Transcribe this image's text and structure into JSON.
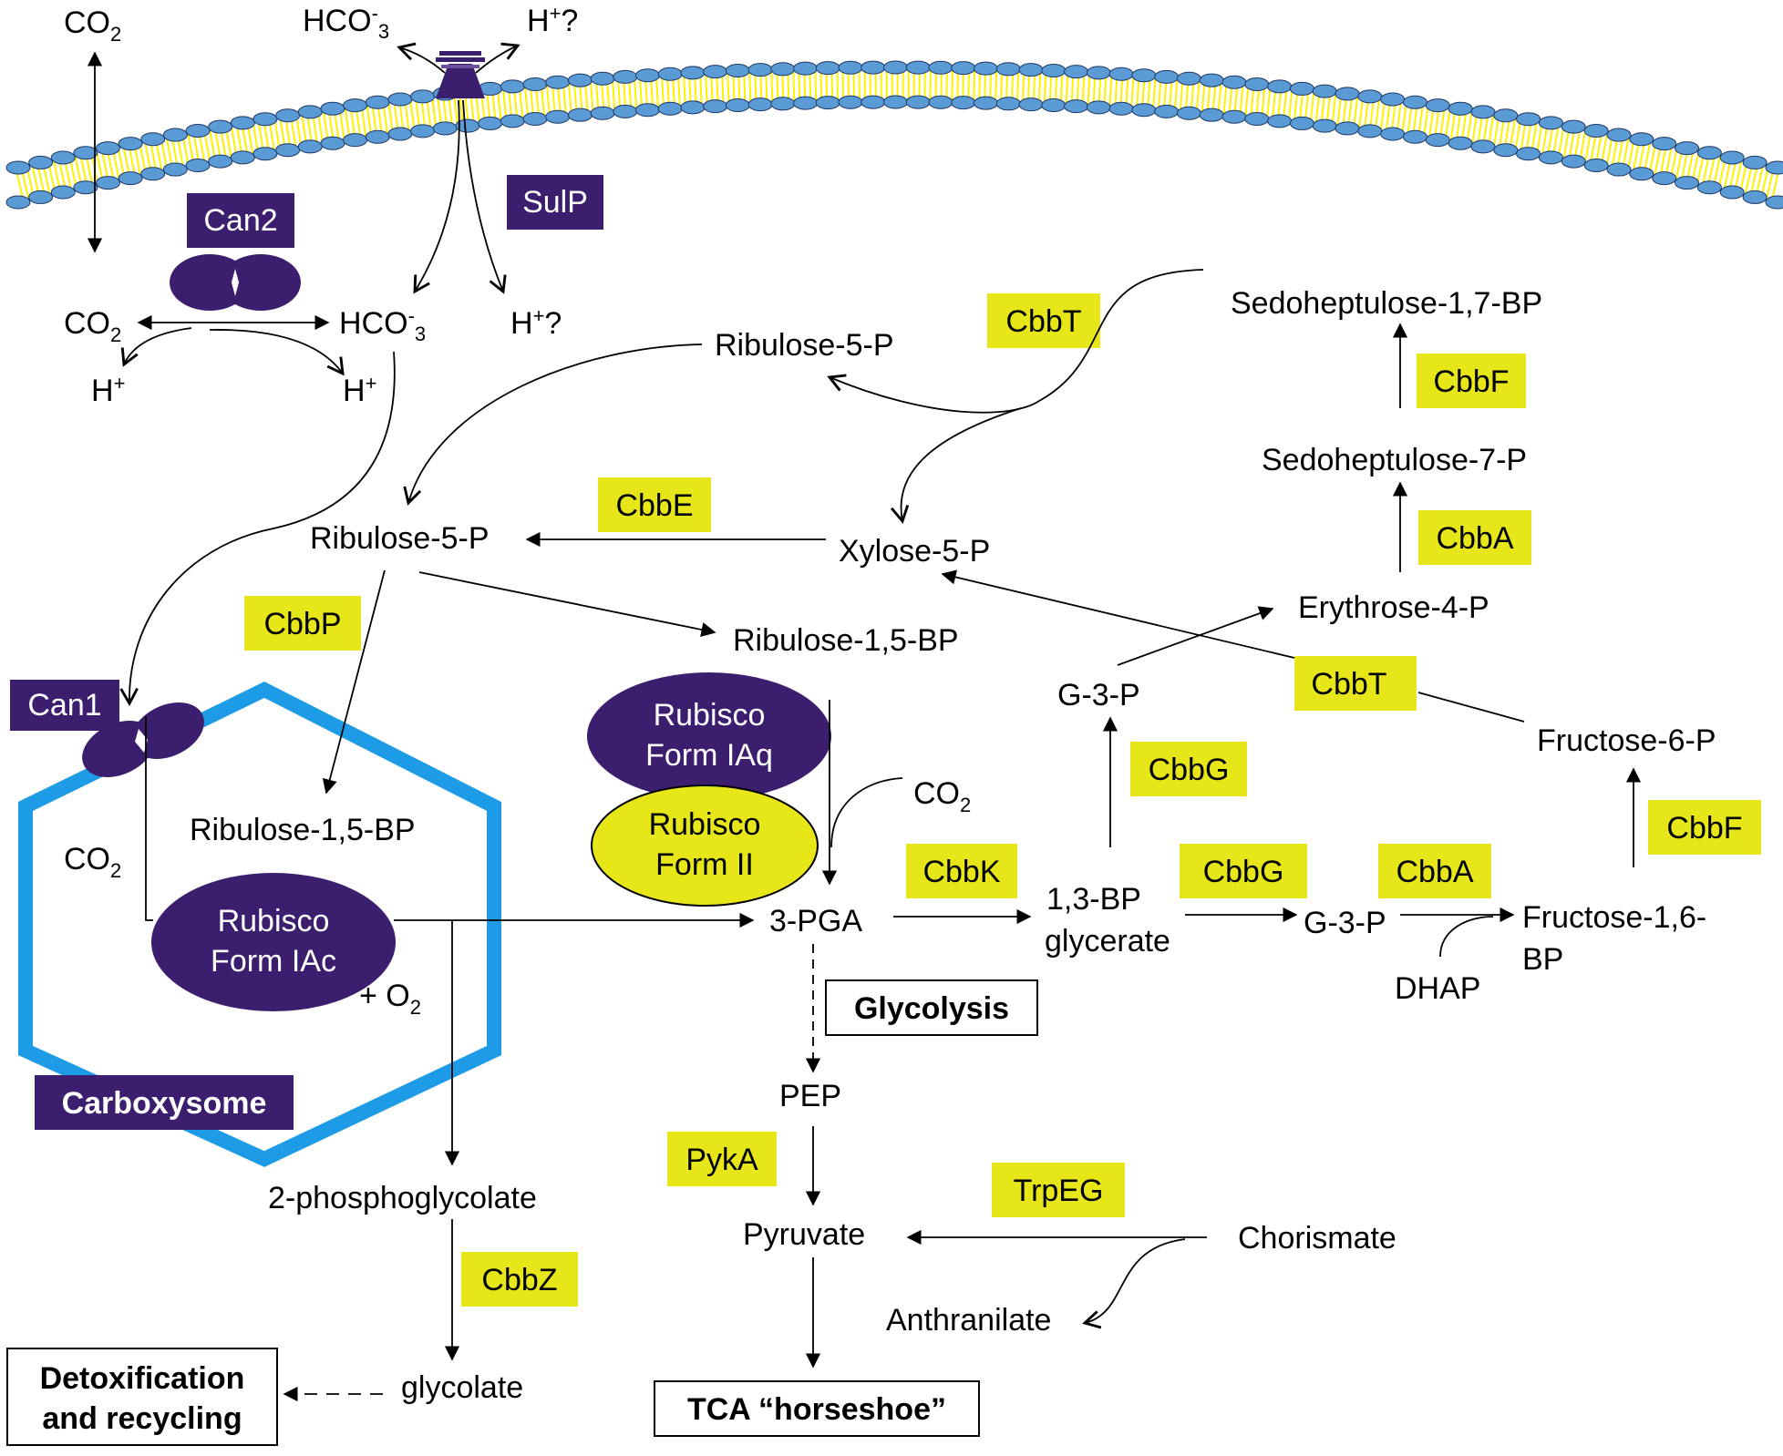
{
  "colors": {
    "membrane_head": "#5B9BD5",
    "membrane_head_stroke": "#1F3864",
    "membrane_tail": "#FFF200",
    "purple": "#3C1E6E",
    "enzyme_yellow": "#E6E619",
    "carboxysome_blue": "#1E9BE6"
  },
  "membrane": {
    "top_left": {
      "co2_base": "CO",
      "co2_sub": "2"
    },
    "top_hco3": {
      "base": "HCO",
      "sup": "-",
      "sub": "3"
    },
    "top_h": {
      "base": "H",
      "sup": "+",
      "tail": "?"
    },
    "sulp_label": "SulP",
    "can2_label": "Can2"
  },
  "cytosol_inorganic": {
    "co2": {
      "base": "CO",
      "sub": "2"
    },
    "hco3": {
      "base": "HCO",
      "sup": "-",
      "sub": "3"
    },
    "h_question": {
      "base": "H",
      "sup": "+",
      "tail": "?"
    },
    "h_left": {
      "base": "H",
      "sup": "+"
    },
    "h_right": {
      "base": "H",
      "sup": "+"
    }
  },
  "metabolites": {
    "ribulose5p_top": "Ribulose-5-P",
    "ribulose5p_mid": "Ribulose-5-P",
    "xylose5p": "Xylose-5-P",
    "ribulose15bp_out": "Ribulose-1,5-BP",
    "sedoheptulose17bp": "Sedoheptulose-1,7-BP",
    "sedoheptulose7p": "Sedoheptulose-7-P",
    "erythrose4p": "Erythrose-4-P",
    "g3p_upper": "G-3-P",
    "fructose6p": "Fructose-6-P",
    "pga3": "3-PGA",
    "bpg13_line1": "1,3-BP",
    "bpg13_line2": "glycerate",
    "g3p_lower": "G-3-P",
    "fructose16bp_line1": "Fructose-1,6-",
    "fructose16bp_line2": "BP",
    "dhap": "DHAP",
    "pep": "PEP",
    "pyruvate": "Pyruvate",
    "chorismate": "Chorismate",
    "anthranilate": "Anthranilate",
    "phosphoglycolate": "2-phosphoglycolate",
    "glycolate": "glycolate",
    "ribulose15bp_in": "Ribulose-1,5-BP",
    "co2_in": {
      "base": "CO",
      "sub": "2"
    },
    "co2_rubisco": {
      "base": "CO",
      "sub": "2"
    },
    "o2": {
      "base": "+ O",
      "sub": "2"
    }
  },
  "enzymes": {
    "cbbT_top": "CbbT",
    "cbbF_top": "CbbF",
    "cbbE": "CbbE",
    "cbbA_top": "CbbA",
    "cbbP": "CbbP",
    "cbbT_mid": "CbbT",
    "cbbG_upper": "CbbG",
    "cbbF_right": "CbbF",
    "cbbK": "CbbK",
    "cbbG_lower": "CbbG",
    "cbbA_lower": "CbbA",
    "pykA": "PykA",
    "trpEG": "TrpEG",
    "cbbZ": "CbbZ"
  },
  "rubisco": {
    "form_iaq": [
      "Rubisco",
      "Form IAq"
    ],
    "form_ii": [
      "Rubisco",
      "Form II"
    ],
    "form_iac": [
      "Rubisco",
      "Form IAc"
    ]
  },
  "labels": {
    "can1": "Can1",
    "carboxysome": "Carboxysome",
    "glycolysis": "Glycolysis",
    "tca": "TCA “horseshoe”",
    "detox_line1": "Detoxification",
    "detox_line2": "and recycling"
  }
}
